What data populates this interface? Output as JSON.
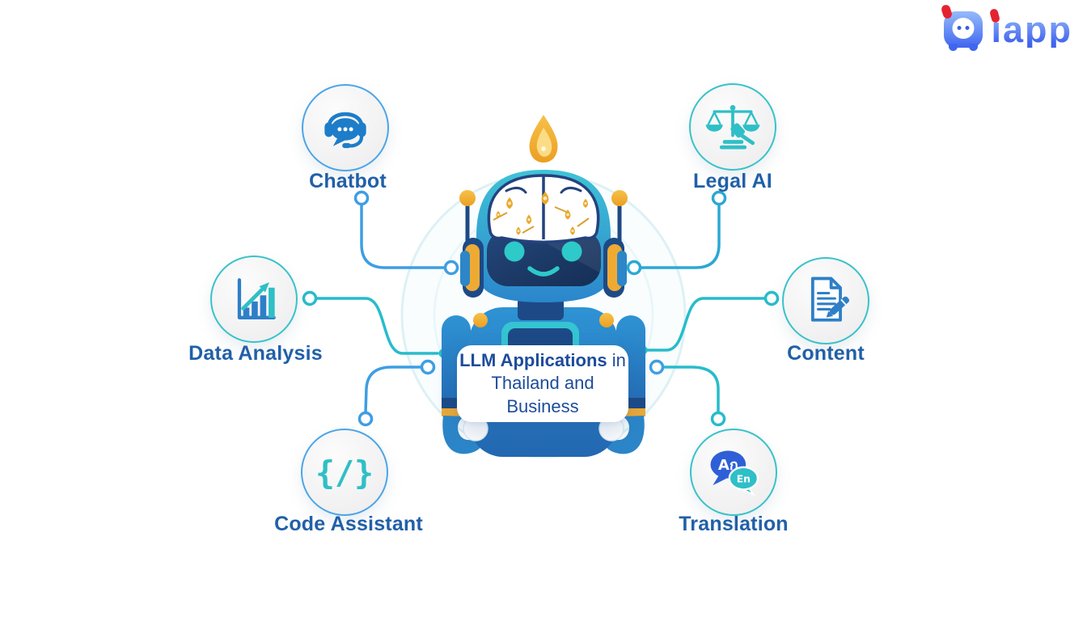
{
  "page_title": "LLM Applications in Thailand and Business",
  "logo": {
    "brand": "iapp",
    "glyph": "iapp-robot-mark"
  },
  "center_card": {
    "line1_bold": "LLM Applications",
    "line1_regular": "in",
    "line2": "Thailand and Business"
  },
  "robot": {
    "name": "ai-robot-mascot"
  },
  "features": [
    {
      "id": "chatbot",
      "label": "Chatbot",
      "icon": "chat-headset-icon",
      "ring_color": "#4BA5E8",
      "line_color": "#3E9EE3"
    },
    {
      "id": "legal-ai",
      "label": "Legal AI",
      "icon": "scales-gavel-icon",
      "ring_color": "#39C2C9",
      "line_color": "#2BA8D4"
    },
    {
      "id": "data-analysis",
      "label": "Data Analysis",
      "icon": "bar-chart-growth-icon",
      "ring_color": "#39C2C9",
      "line_color": "#27BCCB"
    },
    {
      "id": "content",
      "label": "Content",
      "icon": "document-pen-icon",
      "ring_color": "#39C2C9",
      "line_color": "#27BCCB"
    },
    {
      "id": "code-assistant",
      "label": "Code Assistant",
      "icon": "code-braces-icon",
      "ring_color": "#4BA5E8",
      "line_color": "#3E9EE3"
    },
    {
      "id": "translation",
      "label": "Translation",
      "icon": "language-bubbles-icon",
      "ring_color": "#39C2C9",
      "line_color": "#27BCCB"
    }
  ],
  "icon_text": {
    "code_glyph": "{/}",
    "translation_primary": "Aก",
    "translation_secondary": "En"
  },
  "colors": {
    "label_text": "#2160A8",
    "title_text": "#1D4C9B",
    "accent_blue": "#3E9EE3",
    "accent_teal": "#27BCCB",
    "robot_blue": "#2E8FD2",
    "robot_navy": "#1D4A86",
    "gold": "#EFAA33",
    "logo_red": "#E42330",
    "logo_blue": "#4066EF"
  }
}
